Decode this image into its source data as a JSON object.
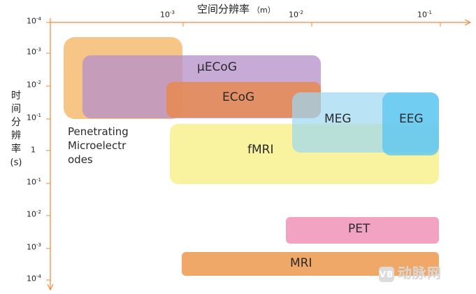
{
  "x_axis": {
    "title": "空间分辨率",
    "unit": "（m）",
    "ticks": [
      {
        "base": "10",
        "exp": "-3"
      },
      {
        "base": "10",
        "exp": "-2"
      },
      {
        "base": "10",
        "exp": "-1"
      }
    ]
  },
  "y_axis": {
    "title_chars": [
      "时",
      "间",
      "分",
      "辨",
      "率",
      "(s)"
    ],
    "ticks": [
      {
        "base": "10",
        "exp": "-4"
      },
      {
        "base": "10",
        "exp": "-3"
      },
      {
        "base": "10",
        "exp": "-2"
      },
      {
        "base": "10",
        "exp": "-1"
      },
      {
        "base": "1",
        "exp": ""
      },
      {
        "base": "10",
        "exp": "-1"
      },
      {
        "base": "10",
        "exp": "-2"
      },
      {
        "base": "10",
        "exp": "-3"
      },
      {
        "base": "10",
        "exp": "-4"
      }
    ]
  },
  "regions": {
    "penetrating": {
      "line1": "Penetrating",
      "line2": "Microelectr",
      "line3": "odes",
      "color": "#f5b766"
    },
    "uecog": {
      "label": "μECoG",
      "color": "#b792c9"
    },
    "ecog": {
      "label": "ECoG",
      "color": "#e8884a"
    },
    "meg": {
      "label": "MEG",
      "color": "#9cd9f2"
    },
    "eeg": {
      "label": "EEG",
      "color": "#5fc7f0"
    },
    "fmri": {
      "label": "fMRI",
      "color": "#f8f08e"
    },
    "pet": {
      "label": "PET",
      "color": "#f2a3c2"
    },
    "mri": {
      "label": "MRI",
      "color": "#f0a869"
    }
  },
  "axis_color": "#f08a3c",
  "watermark": {
    "badge": "VB",
    "text": "动脉网"
  }
}
